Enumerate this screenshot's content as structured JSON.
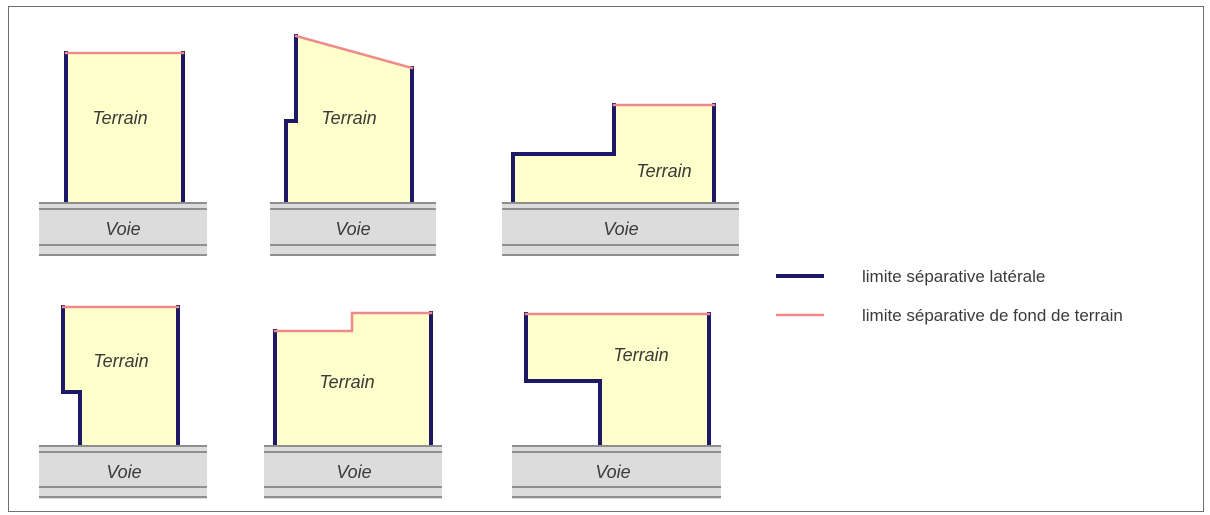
{
  "labels": {
    "terrain": "Terrain",
    "voie": "Voie"
  },
  "legend": {
    "lateral_label": "limite séparative latérale",
    "fond_label": "limite séparative de fond de terrain"
  },
  "colors": {
    "lateral": "#1d1966",
    "fond": "#f08a8a",
    "terrain": "#ffffcc",
    "voie": "#dcdcdc"
  }
}
